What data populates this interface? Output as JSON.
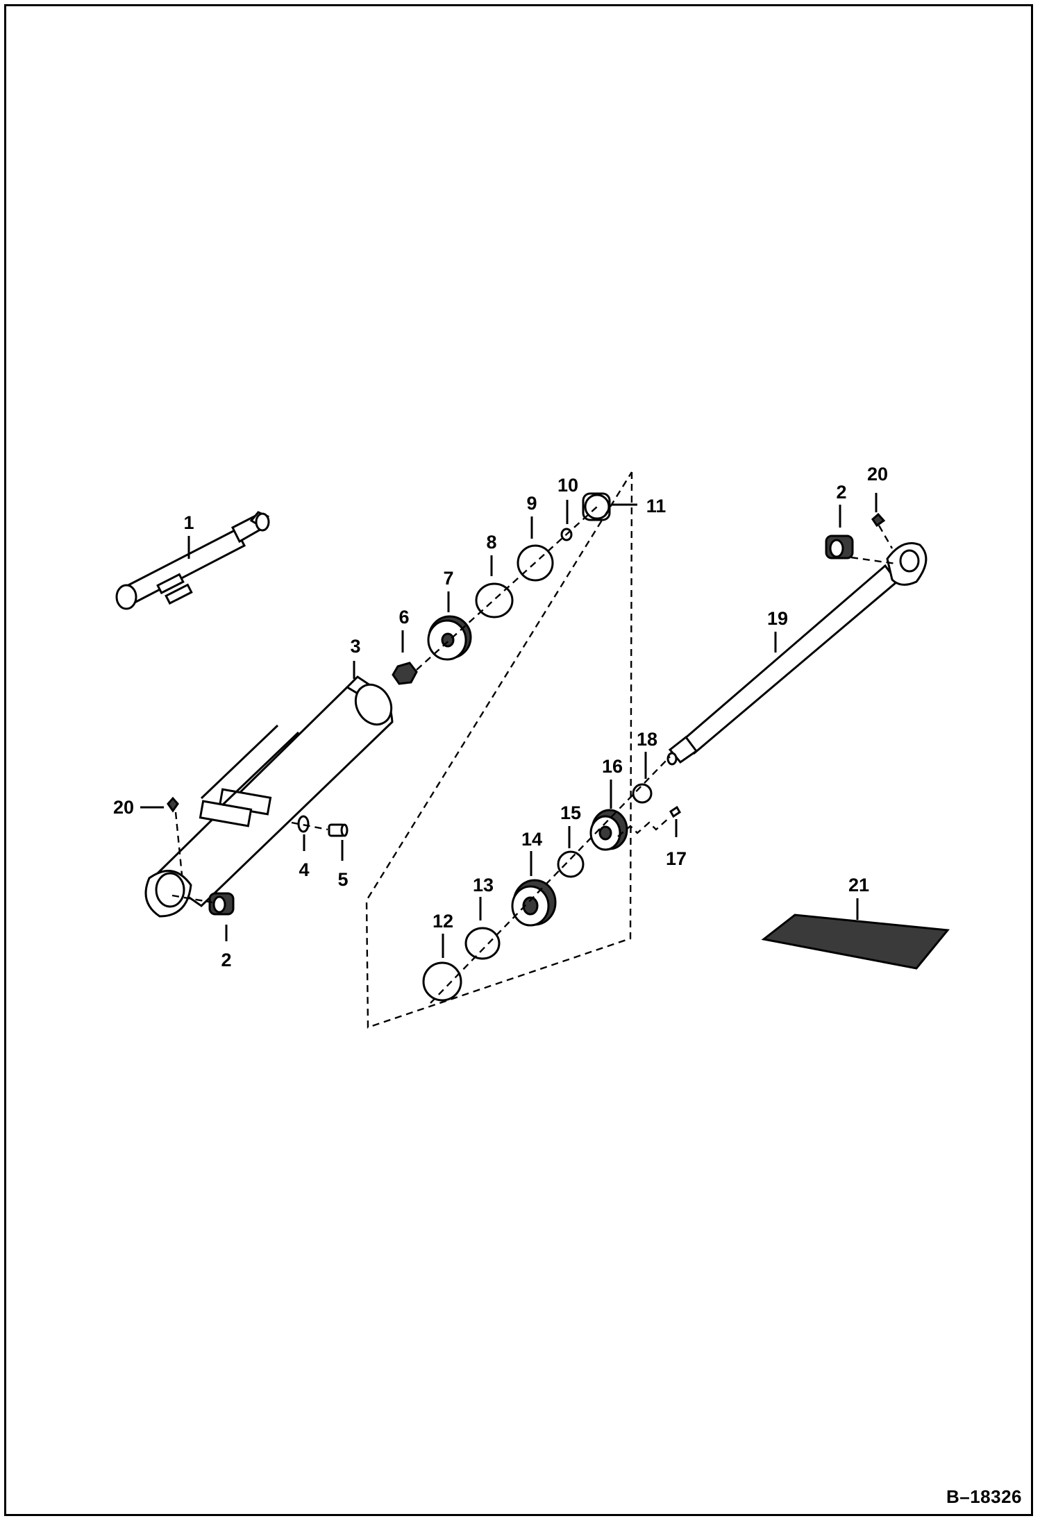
{
  "drawing": {
    "figure_ref": "B–18326",
    "callouts": [
      "1",
      "2",
      "3",
      "4",
      "5",
      "6",
      "7",
      "8",
      "9",
      "10",
      "11",
      "12",
      "13",
      "14",
      "15",
      "16",
      "17",
      "18",
      "19",
      "20",
      "21"
    ]
  },
  "colors": {
    "ink": "#000000",
    "paper": "#ffffff"
  }
}
